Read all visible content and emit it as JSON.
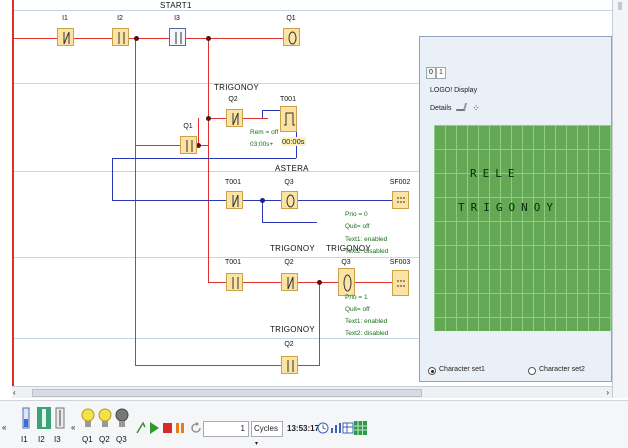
{
  "diagram": {
    "net_labels": [
      "START1",
      "TRIGONOY",
      "ASTERA",
      "TRIGONOY",
      "TRIGONOY",
      "TRIGONOY"
    ],
    "blocks": {
      "i1": "I1",
      "i2": "I2",
      "i3": "I3",
      "q1_top": "Q1",
      "q2_row2": "Q2",
      "t001_row2": "T001",
      "q1_row2": "Q1",
      "t001_row3": "T001",
      "q3_row3": "Q3",
      "sf002": "SF002",
      "t001_row4": "T001",
      "q2_row4": "Q2",
      "q3_row4": "Q3",
      "sf003": "SF003",
      "q2_row5": "Q2"
    },
    "timer_params": [
      "Rem = off",
      "03:00s+"
    ],
    "timer_value": "00:00s",
    "sf002_params": [
      "Prio = 0",
      "Quit= off",
      "Text1: enabled",
      "Text2: disabled"
    ],
    "sf003_params": [
      "Prio = 1",
      "Quit= off",
      "Text1: enabled",
      "Text2: disabled"
    ]
  },
  "display_panel": {
    "tabs": [
      "0",
      "1"
    ],
    "title": "LOGO! Display",
    "details_label": "Details",
    "lcd_lines": [
      "RELE",
      "TRIGONOY"
    ],
    "charset_1": "Character set1",
    "charset_2": "Character set2",
    "selected_charset": "Character set1"
  },
  "toolbar": {
    "inputs": [
      "I1",
      "I2",
      "I3"
    ],
    "outputs": [
      "Q1",
      "Q2",
      "Q3"
    ],
    "cycles_value": "1",
    "cycles_unit": "Cycles",
    "time": "13:53:17",
    "collapse_glyph": "«"
  },
  "colors": {
    "red_wire": "#e0302a",
    "blue_wire": "#2b37b8",
    "block_fill": "#fbe3a3",
    "lcd_green": "#64a856"
  }
}
